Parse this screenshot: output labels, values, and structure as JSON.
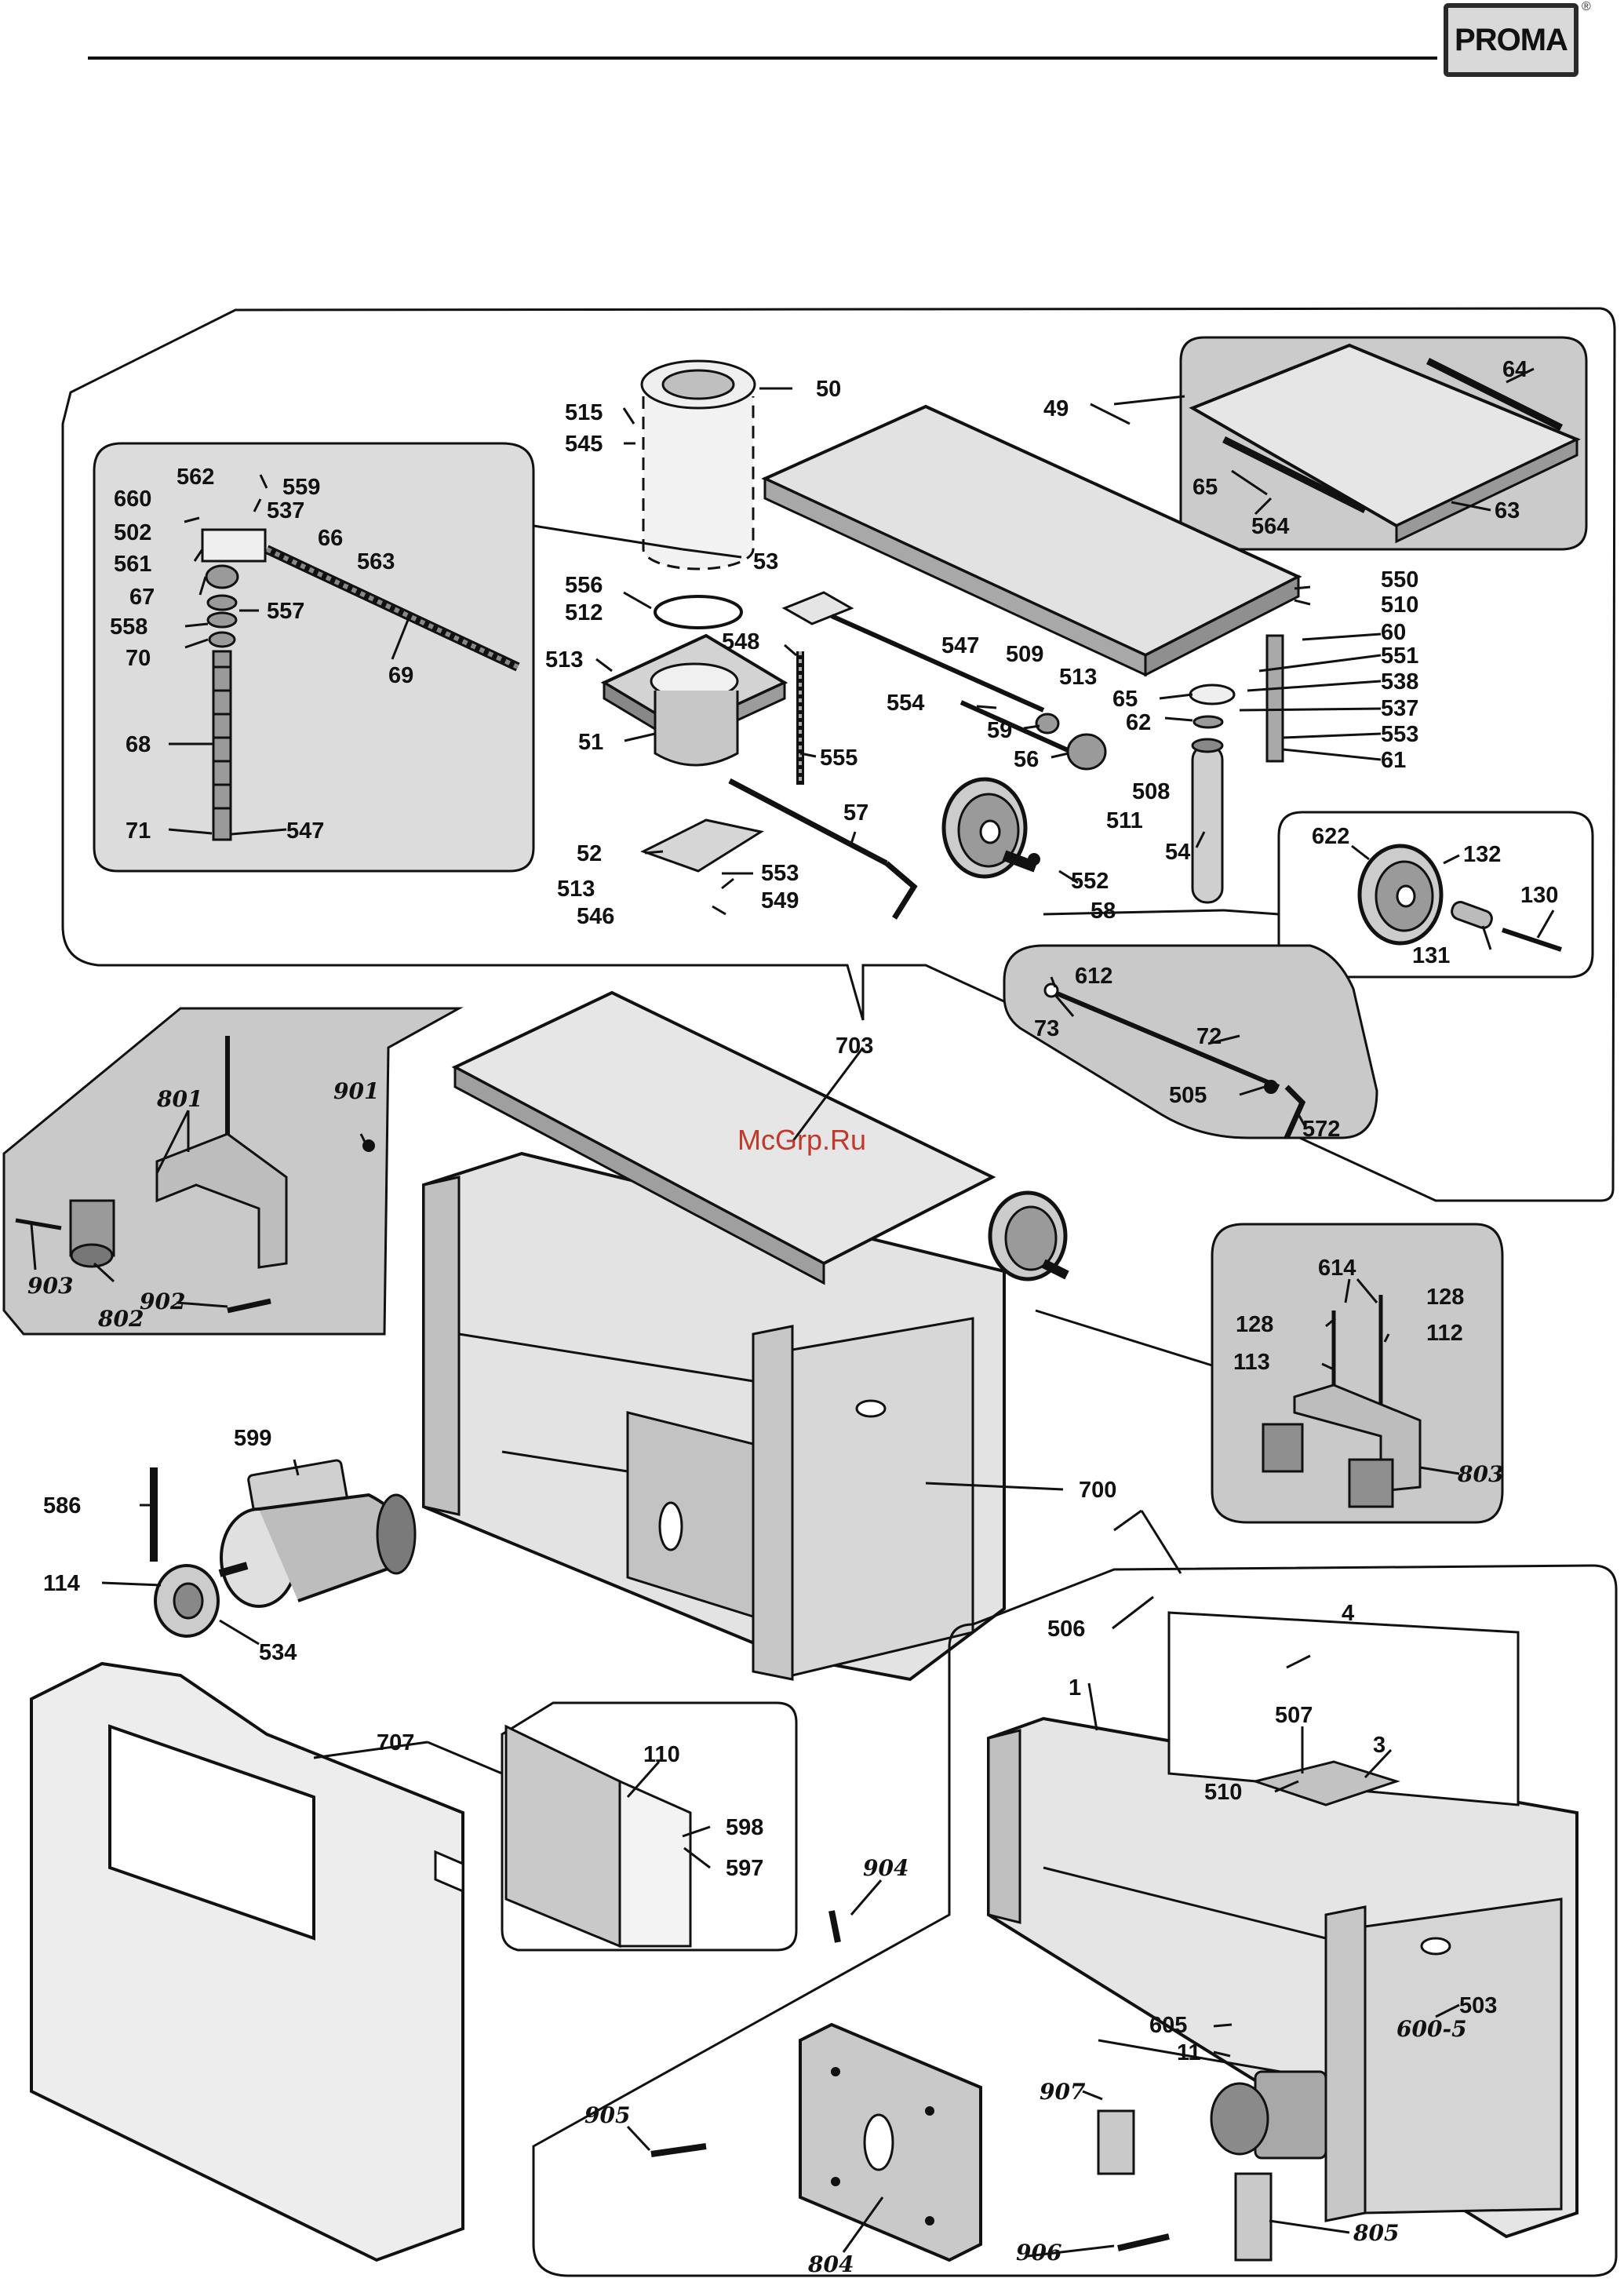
{
  "brand": {
    "logo_text": "PROMA",
    "registered_mark": "®"
  },
  "watermark": "McGrp.Ru",
  "part_labels": {
    "p50": "50",
    "p515": "515",
    "p545": "545",
    "p49": "49",
    "p64": "64",
    "p65a": "65",
    "p564": "564",
    "p63": "63",
    "p562": "562",
    "p559": "559",
    "p660": "660",
    "p537a": "537",
    "p502": "502",
    "p66": "66",
    "p561": "561",
    "p563": "563",
    "p67": "67",
    "p557": "557",
    "p558": "558",
    "p70": "70",
    "p69": "69",
    "p68": "68",
    "p71": "71",
    "p547a": "547",
    "p53": "53",
    "p556": "556",
    "p512": "512",
    "p513a": "513",
    "p548": "548",
    "p51": "51",
    "p555": "555",
    "p547b": "547",
    "p509": "509",
    "p513b": "513",
    "p554": "554",
    "p59": "59",
    "p56": "56",
    "p511": "511",
    "p508": "508",
    "p550": "550",
    "p510a": "510",
    "p60": "60",
    "p551": "551",
    "p538": "538",
    "p65b": "65",
    "p537b": "537",
    "p62": "62",
    "p553a": "553",
    "p61": "61",
    "p54": "54",
    "p52": "52",
    "p553b": "553",
    "p513c": "513",
    "p549": "549",
    "p546": "546",
    "p57": "57",
    "p552": "552",
    "p58": "58",
    "p622": "622",
    "p132": "132",
    "p130": "130",
    "p131": "131",
    "p612": "612",
    "p73": "73",
    "p72": "72",
    "p505a": "505",
    "p572": "572",
    "p703": "703",
    "p801": "801",
    "p901": "901",
    "p903": "903",
    "p802": "802",
    "p902": "902",
    "p614": "614",
    "p128a": "128",
    "p128b": "128",
    "p112": "112",
    "p113": "113",
    "p803": "803",
    "p599": "599",
    "p586": "586",
    "p114": "114",
    "p534": "534",
    "p700": "700",
    "p707": "707",
    "p110": "110",
    "p598": "598",
    "p597": "597",
    "p506": "506",
    "p4": "4",
    "p1": "1",
    "p507": "507",
    "p510b": "510",
    "p3": "3",
    "p904": "904",
    "p605": "605",
    "p11": "11",
    "p503": "503",
    "p5": "600-5",
    "p905": "905",
    "p907": "907",
    "p906": "906",
    "p804": "804",
    "p805": "805"
  }
}
